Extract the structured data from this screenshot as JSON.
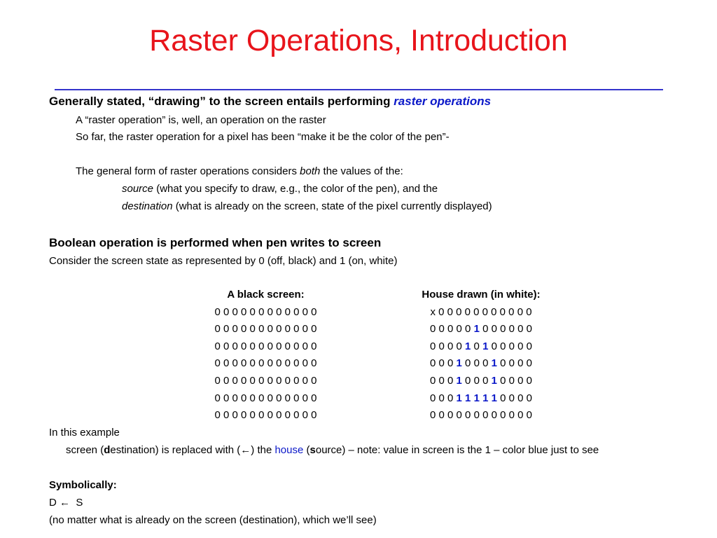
{
  "slide": {
    "title": "Raster Operations, Introduction"
  },
  "intro": {
    "heading_prefix": "Generally stated, “drawing” to the screen entails performing ",
    "heading_em": "raster operations",
    "line1": "A “raster operation” is, well, an operation on the raster",
    "line2": "So far, the raster operation for a pixel has been “make it be the color of the pen”-",
    "line3_a": "The general form of raster operations considers ",
    "line3_em": "both",
    "line3_b": " the values of the:",
    "source_em": "source",
    "source_rest": " (what you specify to draw, e.g., the color of the pen), and the",
    "dest_em": "destination",
    "dest_rest": " (what is already on the screen, state of the pixel currently displayed)"
  },
  "boolean": {
    "heading": "Boolean operation is performed when pen writes to screen",
    "line": "Consider the screen state as represented by 0 (off, black) and 1 (on, white)"
  },
  "grids": {
    "black_title": "A black screen:",
    "house_title": "House drawn (in white):",
    "black_rows": [
      "0 0 0 0 0 0 0 0 0 0 0 0",
      "0 0 0 0 0 0 0 0 0 0 0 0",
      "0 0 0 0 0 0 0 0 0 0 0 0",
      "0 0 0 0 0 0 0 0 0 0 0 0",
      "0 0 0 0 0 0 0 0 0 0 0 0",
      "0 0 0 0 0 0 0 0 0 0 0 0",
      "0 0 0 0 0 0 0 0 0 0 0 0"
    ],
    "house_rows": [
      [
        "x 0 0 0 0 0 0 0 0 0 0 0"
      ],
      [
        "0 0 0 0 0 ",
        "1",
        " 0 0 0 0 0 0"
      ],
      [
        "0 0 0 0 ",
        "1",
        " 0 ",
        "1",
        " 0 0 0 0 0"
      ],
      [
        "0 0 0 ",
        "1",
        " 0 0 0 ",
        "1",
        " 0 0 0 0"
      ],
      [
        "0 0 0 ",
        "1",
        " 0 0 0 ",
        "1",
        " 0 0 0 0"
      ],
      [
        "0 0 0 ",
        "1 1 1 1 1",
        " 0 0 0 0"
      ],
      [
        "0 0 0 0 0 0 0 0 0 0 0 0"
      ]
    ]
  },
  "example": {
    "label": "In this example",
    "s_a": "screen (",
    "s_b": "d",
    "s_c": "estination) is replaced with (",
    "s_arrow": "←",
    "s_d": ") the ",
    "s_house": "house",
    "s_e": " (",
    "s_f": "s",
    "s_g": "ource) – note: value in screen is the 1 – color blue just to see"
  },
  "symbolic": {
    "heading": "Symbolically:",
    "expr_d": "D",
    "expr_arrow": "←",
    "expr_s": "S",
    "note": "(no matter what is already on the screen (destination), which we’ll see)"
  },
  "colors": {
    "title": "#e8141b",
    "rule": "#3434cc",
    "accent_blue": "#0a17c8"
  }
}
